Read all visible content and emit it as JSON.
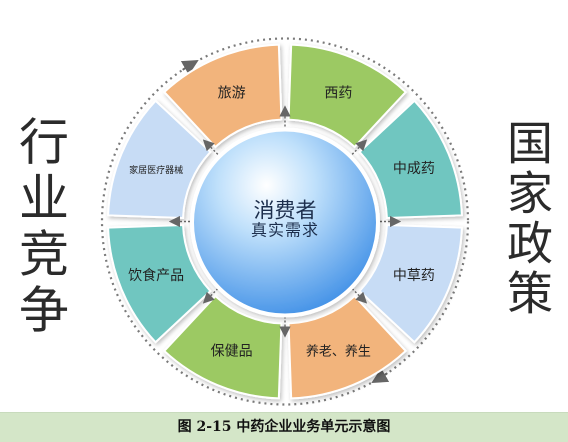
{
  "diagram": {
    "center": {
      "title": "消费者",
      "subtitle": "真实需求"
    },
    "segments": [
      {
        "label": "西药",
        "color": "#9cc963"
      },
      {
        "label": "中成药",
        "color": "#6fc6c0"
      },
      {
        "label": "中草药",
        "color": "#c7dcf5"
      },
      {
        "label": "养老、养生",
        "color": "#f2b47c"
      },
      {
        "label": "保健品",
        "color": "#9cc963"
      },
      {
        "label": "饮食产品",
        "color": "#6fc6c0"
      },
      {
        "label": "家居医疗器械",
        "color": "#c7dcf5"
      },
      {
        "label": "旅游",
        "color": "#f2b47c"
      }
    ],
    "left_text": "行业竞争",
    "right_text": "国家政策"
  },
  "caption": "图 2-15  中药企业业务单元示意图"
}
